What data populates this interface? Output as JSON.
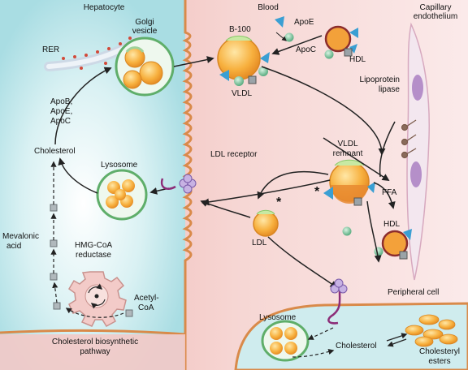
{
  "regions": {
    "hepatocyte": "Hepatocyte",
    "blood": "Blood",
    "capillary_line1": "Capillary",
    "capillary_line2": "endothelium",
    "peripheral_cell": "Peripheral cell",
    "biosynthetic_line1": "Cholesterol biosynthetic",
    "biosynthetic_line2": "pathway"
  },
  "hepatocyte_labels": {
    "rer": "RER",
    "golgi_line1": "Golgi",
    "golgi_line2": "vesicle",
    "apo_line1": "ApoB,",
    "apo_line2": "ApoE,",
    "apo_line3": "ApoC",
    "cholesterol": "Cholesterol",
    "lysosome": "Lysosome",
    "mevalonic_line1": "Mevalonic",
    "mevalonic_line2": "acid",
    "hmg_line1": "HMG-CoA",
    "hmg_line2": "reductase",
    "acetyl_line1": "Acetyl-",
    "acetyl_line2": "CoA"
  },
  "blood_labels": {
    "b100": "B-100",
    "apoe": "ApoE",
    "apoc": "ApoC",
    "hdl_top": "HDL",
    "vldl": "VLDL",
    "lipoprotein_line1": "Lipoprotein",
    "lipoprotein_line2": "lipase",
    "vldl_remnant_line1": "VLDL",
    "vldl_remnant_line2": "remnant",
    "ldl_receptor": "LDL receptor",
    "ffa": "FFA",
    "ldl": "LDL",
    "hdl_bottom": "HDL",
    "star": "*"
  },
  "peripheral_labels": {
    "lysosome": "Lysosome",
    "cholesterol": "Cholesterol",
    "cholesteryl_line1": "Cholesteryl",
    "cholesteryl_line2": "esters"
  },
  "colors": {
    "hepatocyte_fill": "#bfe6ea",
    "blood_fill": "#f3c9c6",
    "membrane": "#d98a4a",
    "lipoprotein_core": "#f5a93a",
    "apo_green": "#7cc59a",
    "apo_blue": "#3a9fd3",
    "apo_grey": "#9aa3a8",
    "arrow": "#222222"
  }
}
